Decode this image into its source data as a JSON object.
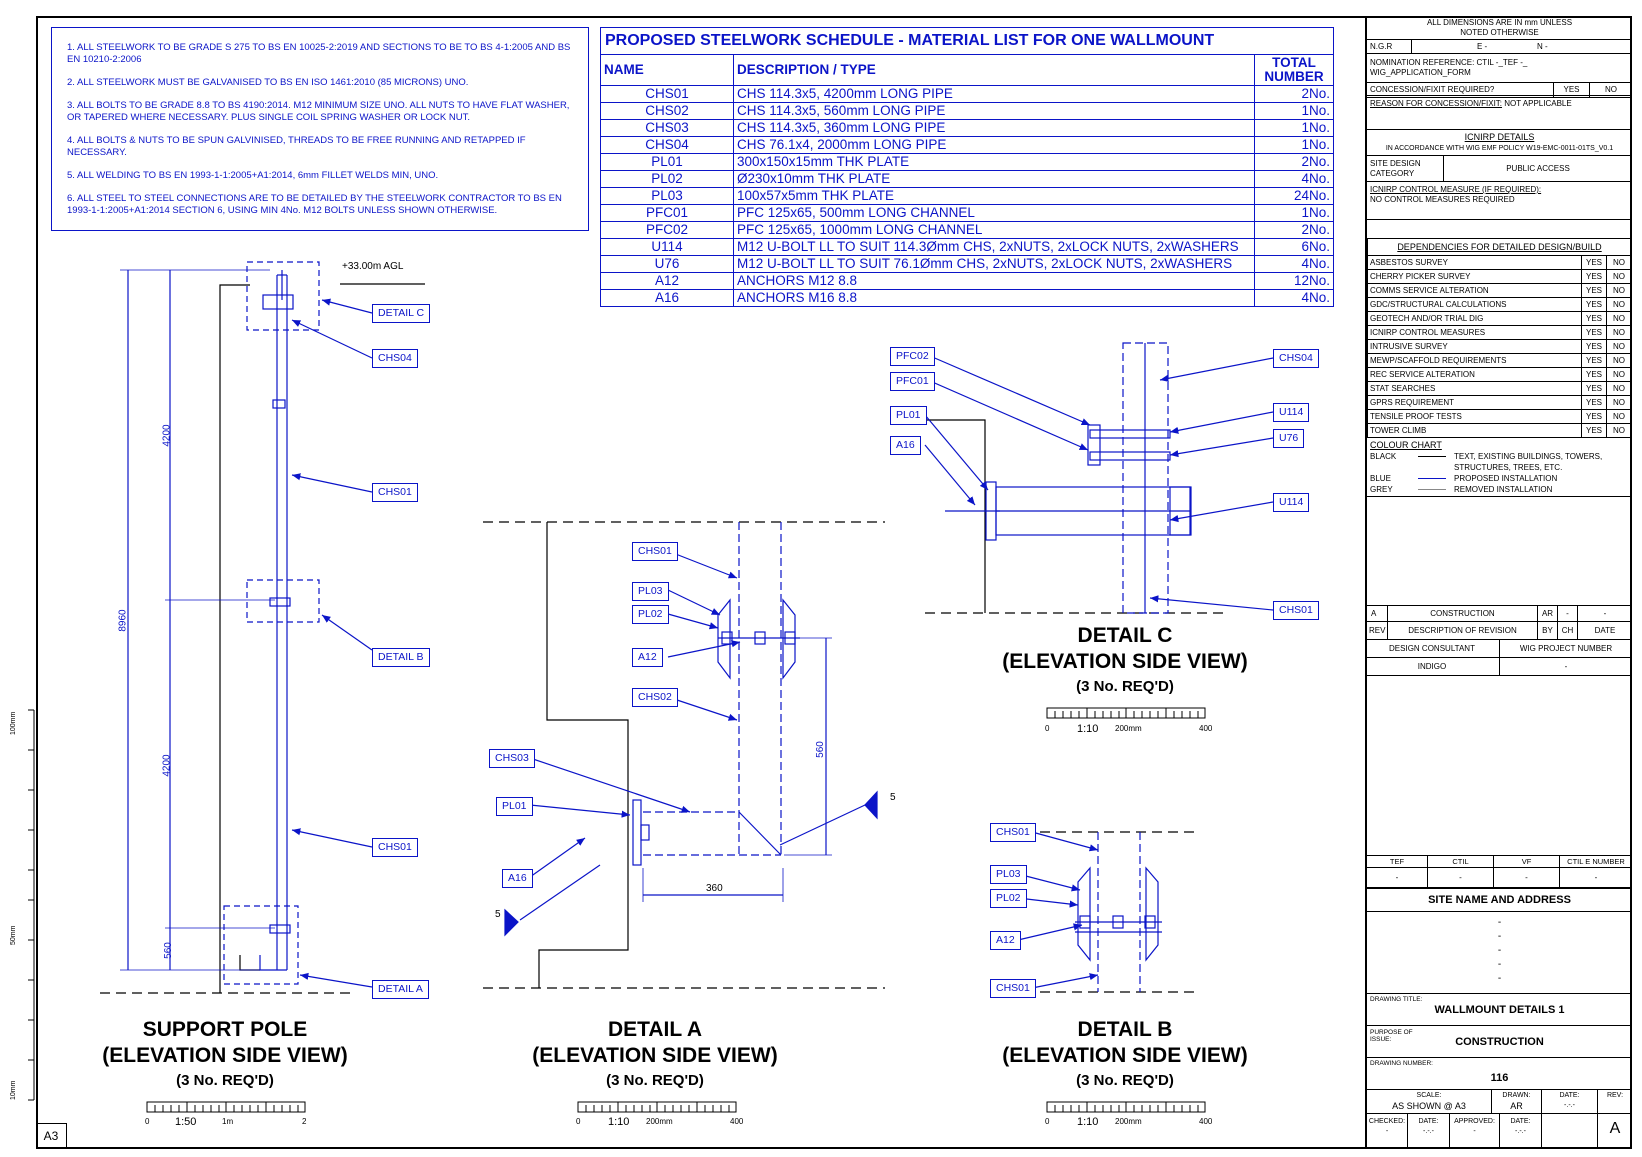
{
  "sheet_size": "A3",
  "notes": [
    "1. ALL STEELWORK TO BE GRADE S 275 TO BS EN 10025-2:2019 AND SECTIONS TO BE TO BS 4-1:2005 AND BS EN 10210-2:2006",
    "2. ALL STEELWORK MUST BE GALVANISED TO BS EN ISO 1461:2010 (85 MICRONS) UNO.",
    "3. ALL BOLTS TO BE GRADE 8.8 TO BS 4190:2014. M12 MINIMUM SIZE UNO. ALL NUTS TO HAVE FLAT WASHER, OR TAPERED WHERE NECESSARY. PLUS SINGLE COIL SPRING WASHER OR LOCK NUT.",
    "4. ALL BOLTS & NUTS TO BE SPUN GALVINISED, THREADS TO BE FREE RUNNING AND RETAPPED IF NECESSARY.",
    "5. ALL WELDING TO BS EN 1993-1-1:2005+A1:2014, 6mm FILLET WELDS MIN, UNO.",
    "6. ALL STEEL TO STEEL CONNECTIONS ARE TO BE DETAILED BY THE STEELWORK CONTRACTOR TO BS EN 1993-1-1:2005+A1:2014 SECTION 6, USING MIN 4No. M12 BOLTS UNLESS SHOWN OTHERWISE."
  ],
  "schedule": {
    "title": "PROPOSED STEELWORK SCHEDULE - MATERIAL LIST FOR ONE WALLMOUNT",
    "headers": {
      "name": "NAME",
      "description": "DESCRIPTION / TYPE",
      "total_1": "TOTAL",
      "total_2": "NUMBER"
    },
    "rows": [
      {
        "name": "CHS01",
        "description": "CHS 114.3x5, 4200mm LONG PIPE",
        "total": "2No."
      },
      {
        "name": "CHS02",
        "description": "CHS 114.3x5, 560mm LONG PIPE",
        "total": "1No."
      },
      {
        "name": "CHS03",
        "description": "CHS 114.3x5, 360mm LONG PIPE",
        "total": "1No."
      },
      {
        "name": "CHS04",
        "description": "CHS 76.1x4, 2000mm LONG PIPE",
        "total": "1No."
      },
      {
        "name": "PL01",
        "description": "300x150x15mm THK PLATE",
        "total": "2No."
      },
      {
        "name": "PL02",
        "description": "Ø230x10mm THK PLATE",
        "total": "4No."
      },
      {
        "name": "PL03",
        "description": "100x57x5mm THK PLATE",
        "total": "24No."
      },
      {
        "name": "PFC01",
        "description": "PFC 125x65, 500mm LONG CHANNEL",
        "total": "1No."
      },
      {
        "name": "PFC02",
        "description": "PFC 125x65, 1000mm LONG CHANNEL",
        "total": "2No."
      },
      {
        "name": "U114",
        "description": "M12 U-BOLT LL TO SUIT 114.3Ømm CHS, 2xNUTS, 2xLOCK NUTS, 2xWASHERS",
        "total": "6No."
      },
      {
        "name": "U76",
        "description": "M12 U-BOLT LL TO SUIT 76.1Ømm CHS, 2xNUTS, 2xLOCK NUTS, 2xWASHERS",
        "total": "4No."
      },
      {
        "name": "A12",
        "description": "ANCHORS M12 8.8",
        "total": "12No."
      },
      {
        "name": "A16",
        "description": "ANCHORS M16 8.8",
        "total": "4No."
      }
    ]
  },
  "views": {
    "pole": {
      "title": "SUPPORT POLE",
      "subtitle": "(ELEVATION  SIDE VIEW)",
      "qty": "(3 No. REQ'D)",
      "scale": "1:50",
      "scale_mid": "1m",
      "scale_end": "2",
      "scale_start": "0",
      "agl": "+33.00m AGL",
      "dim_total": "8960",
      "dim_upper": "4200",
      "dim_lower": "4200",
      "dim_base": "560",
      "labels": {
        "detail_c": "DETAIL C",
        "chs04": "CHS04",
        "chs01a": "CHS01",
        "detail_b": "DETAIL B",
        "chs01b": "CHS01",
        "detail_a": "DETAIL A"
      }
    },
    "detail_a": {
      "title": "DETAIL A",
      "subtitle": "(ELEVATION SIDE VIEW)",
      "qty": "(3 No. REQ'D)",
      "scale": "1:10",
      "scale_mid": "200mm",
      "scale_end": "400",
      "scale_start": "0",
      "dim_vert": "560",
      "dim_horz": "360",
      "weld": "5",
      "labels": {
        "chs01": "CHS01",
        "pl03": "PL03",
        "pl02": "PL02",
        "a12": "A12",
        "chs02": "CHS02",
        "chs03": "CHS03",
        "pl01": "PL01",
        "a16": "A16"
      }
    },
    "detail_b": {
      "title": "DETAIL B",
      "subtitle": "(ELEVATION SIDE VIEW)",
      "qty": "(3 No. REQ'D)",
      "scale": "1:10",
      "scale_mid": "200mm",
      "scale_end": "400",
      "scale_start": "0",
      "labels": {
        "chs01a": "CHS01",
        "pl03": "PL03",
        "pl02": "PL02",
        "a12": "A12",
        "chs01b": "CHS01"
      }
    },
    "detail_c": {
      "title": "DETAIL C",
      "subtitle": "(ELEVATION SIDE VIEW)",
      "qty": "(3 No. REQ'D)",
      "scale": "1:10",
      "scale_mid": "200mm",
      "scale_end": "400",
      "scale_start": "0",
      "labels": {
        "pfc02": "PFC02",
        "pfc01": "PFC01",
        "pl01": "PL01",
        "a16": "A16",
        "chs04": "CHS04",
        "u114a": "U114",
        "u76": "U76",
        "u114b": "U114",
        "chs01": "CHS01"
      }
    }
  },
  "margin_scale": {
    "s100": "100mm",
    "s50": "50mm",
    "s10": "10mm"
  },
  "title_block": {
    "dims_note_1": "ALL DIMENSIONS ARE IN mm UNLESS",
    "dims_note_2": "NOTED OTHERWISE",
    "ngr": "N.G.R",
    "e": "E -",
    "n": "N -",
    "nomination_1": "NOMINATION REFERENCE:  CTIL -_TEF -_",
    "nomination_2": "WIG_APPLICATION_FORM",
    "concession_q": "CONCESSION/FIXIT REQUIRED?",
    "yes": "YES",
    "no": "NO",
    "concession_reason_label": "REASON FOR CONCESSION/FIXIT:",
    "concession_reason": "NOT APPLICABLE",
    "icnirp_title": "ICNIRP DETAILS",
    "icnirp_policy": "IN ACCORDANCE WITH WIG EMF POLICY W19-EMC-0011-01TS_V0.1",
    "site_design_1": "SITE DESIGN",
    "site_design_2": "CATEGORY",
    "site_design_val": "PUBLIC ACCESS",
    "icnirp_control_1": "ICNIRP CONTROL MEASURE (IF REQUIRED):",
    "icnirp_control_2": "NO CONTROL MEASURES REQUIRED",
    "dependencies_title": "DEPENDENCIES FOR DETAILED DESIGN/BUILD",
    "dependencies": [
      "ASBESTOS SURVEY",
      "CHERRY PICKER SURVEY",
      "COMMS SERVICE ALTERATION",
      "GDC/STRUCTURAL CALCULATIONS",
      "GEOTECH AND/OR TRIAL DIG",
      "ICNIRP CONTROL MEASURES",
      "INTRUSIVE SURVEY",
      "MEWP/SCAFFOLD REQUIREMENTS",
      "REC SERVICE ALTERATION",
      "STAT SEARCHES",
      "GPRS REQUIREMENT",
      "TENSILE PROOF TESTS",
      "TOWER CLIMB"
    ],
    "colour_chart_title": "COLOUR CHART",
    "colour_chart": [
      {
        "colour": "BLACK",
        "meaning": "TEXT, EXISTING BUILDINGS, TOWERS,",
        "meaning2": "STRUCTURES, TREES, ETC.",
        "hex": "#000000"
      },
      {
        "colour": "BLUE",
        "meaning": "PROPOSED INSTALLATION",
        "meaning2": "",
        "hex": "#0b14c8"
      },
      {
        "colour": "GREY",
        "meaning": "REMOVED INSTALLATION",
        "meaning2": "",
        "hex": "#888888"
      }
    ],
    "revision": {
      "rev": "A",
      "desc": "CONSTRUCTION",
      "by": "AR",
      "ch": "-",
      "date": "-"
    },
    "rev_headers": {
      "rev": "REV",
      "desc": "DESCRIPTION OF REVISION",
      "by": "BY",
      "ch": "CH",
      "date": "DATE"
    },
    "design_consultant_label": "DESIGN CONSULTANT",
    "design_consultant": "INDIGO",
    "project_number_label": "WIG PROJECT NUMBER",
    "project_number": "-",
    "refs": {
      "tef": "TEF",
      "ctil": "CTIL",
      "vf": "VF",
      "ctil_e": "CTIL E NUMBER",
      "tef_v": "-",
      "ctil_v": "-",
      "vf_v": "-",
      "ctil_e_v": "-"
    },
    "site_name_title": "SITE NAME AND ADDRESS",
    "site_lines": [
      "-",
      "-",
      "-",
      "-",
      "-"
    ],
    "drawing_title_label": "DRAWING TITLE:",
    "drawing_title": "WALLMOUNT DETAILS 1",
    "purpose_label_1": "PURPOSE OF",
    "purpose_label_2": "ISSUE:",
    "purpose": "CONSTRUCTION",
    "drawing_number_label": "DRAWING NUMBER:",
    "drawing_number": "116",
    "scale_label": "SCALE:",
    "scale": "AS SHOWN @ A3",
    "drawn_label": "DRAWN:",
    "drawn": "AR",
    "date_label": "DATE:",
    "date": "-.-.-",
    "rev_label": "REV:",
    "rev": "A",
    "checked_label": "CHECKED:",
    "checked": "-",
    "date2": "-.-.-",
    "approved_label": "APPROVED:",
    "approved": "-",
    "date3": "-.-.-"
  }
}
